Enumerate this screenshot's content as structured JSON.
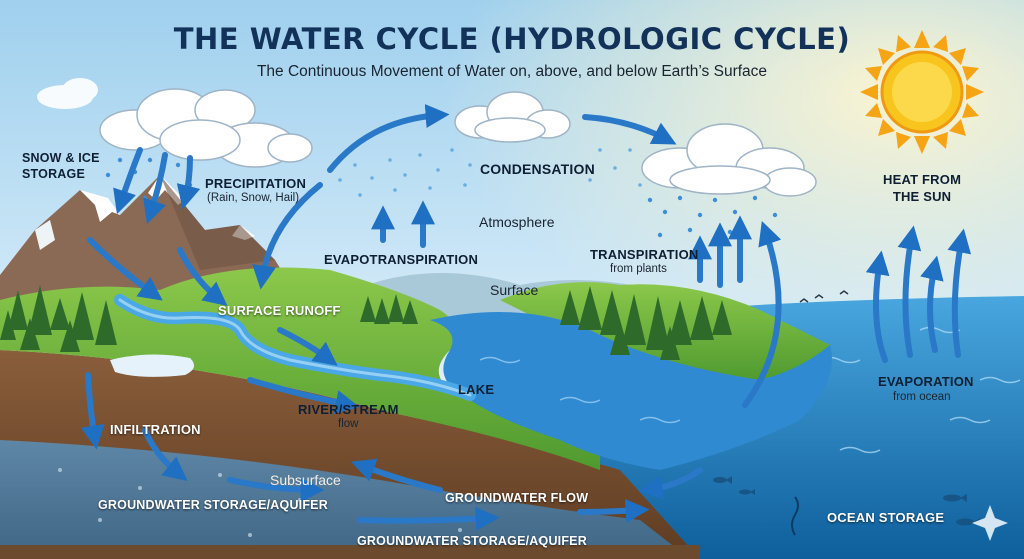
{
  "title": "THE WATER CYCLE (HYDROLOGIC CYCLE)",
  "subtitle": "The Continuous Movement of Water on, above, and below Earth’s Surface",
  "labels": {
    "snow_ice_storage": "SNOW & ICE\nSTORAGE",
    "precipitation": "PRECIPITATION",
    "precipitation_note": "(Rain, Snow, Hail)",
    "condensation": "CONDENSATION",
    "atmosphere": "Atmosphere",
    "evapotranspiration": "EVAPOTRANSPIRATION",
    "transpiration": "TRANSPIRATION",
    "transpiration_note": "from plants",
    "surface": "Surface",
    "surface_runoff": "SURFACE RUNOFF",
    "heat_from_sun": "HEAT FROM\nTHE SUN",
    "lake": "LAKE",
    "river_stream": "RIVER/STREAM",
    "river_note": "flow",
    "evaporation": "EVAPORATION",
    "evaporation_note": "from ocean",
    "infiltration": "INFILTRATION",
    "subsurface": "Subsurface",
    "groundwater_storage_left": "GROUNDWATER STORAGE/AQUIFER",
    "groundwater_flow": "GROUNDWATER FLOW",
    "groundwater_storage_bottom": "GROUNDWATER STORAGE/AQUIFER",
    "ocean_storage": "OCEAN STORAGE"
  },
  "colors": {
    "title": "#13325a",
    "sky_top": "#9fd0ee",
    "sky_bottom": "#e9f5fb",
    "arrow": "#2f7fd0",
    "ocean": "#1f7fc4",
    "land": "#6cb33f",
    "soil": "#7a5234",
    "sun": "#f7c21d"
  }
}
